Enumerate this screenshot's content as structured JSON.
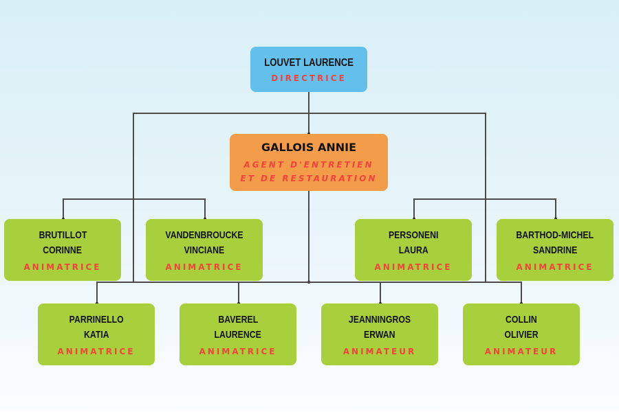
{
  "title": "Organigramme",
  "colors": {
    "director_box": "#63c0ec",
    "staff_box": "#f39c49",
    "animator_box": "#a7d03c",
    "role_text": "#f2433d",
    "name_text": "#111111",
    "connector": "#4a4a4a"
  },
  "director": {
    "name": "LOUVET LAURENCE",
    "role": "DIRECTRICE"
  },
  "agent": {
    "name": "GALLOIS ANNIE",
    "role_line1": "AGENT D'ENTRETIEN",
    "role_line2": "ET DE RESTAURATION"
  },
  "row1": [
    {
      "name_line1": "BRUTILLOT",
      "name_line2": "CORINNE",
      "role": "ANIMATRICE"
    },
    {
      "name_line1": "VANDENBROUCKE",
      "name_line2": "VINCIANE",
      "role": "ANIMATRICE"
    },
    {
      "name_line1": "PERSONENI",
      "name_line2": "LAURA",
      "role": "ANIMATRICE"
    },
    {
      "name_line1": "BARTHOD-MICHEL",
      "name_line2": "SANDRINE",
      "role": "ANIMATRICE"
    }
  ],
  "row2": [
    {
      "name_line1": "PARRINELLO",
      "name_line2": "KATIA",
      "role": "ANIMATRICE"
    },
    {
      "name_line1": "BAVEREL",
      "name_line2": "LAURENCE",
      "role": "ANIMATRICE"
    },
    {
      "name_line1": "JEANNINGROS",
      "name_line2": "ERWAN",
      "role": "ANIMATEUR"
    },
    {
      "name_line1": "COLLIN",
      "name_line2": "OLIVIER",
      "role": "ANIMATEUR"
    }
  ]
}
